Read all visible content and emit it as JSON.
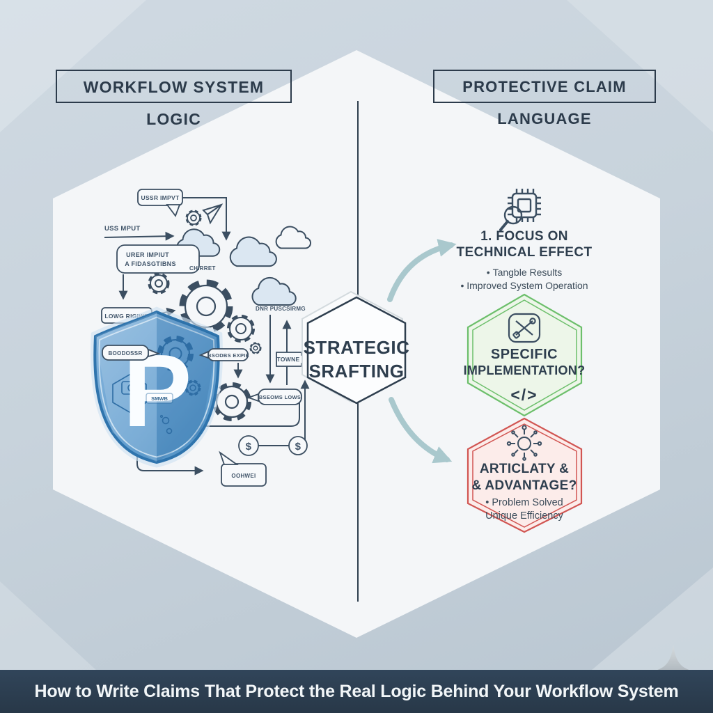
{
  "header": {
    "left": "WORKFLOW SYSTEM LOGIC",
    "right": "PROTECTIVE CLAIM LANGUAGE"
  },
  "center_hexagon": {
    "line1": "STRATEGIC",
    "line2": "SRAFTING"
  },
  "flowchart": {
    "bubble_user_input": "USSR IMPVT",
    "label_user_input_small": "USS MPUT",
    "box_user_input": {
      "line1": "URER IMPIUT",
      "line2": "A FIDASGTIBNS"
    },
    "label_chirret": "CHIRRET",
    "label_data_processing": "DNR PUSCSIRMG",
    "bubble_logic_engine": "LOWG RIGIWE",
    "bubble_on_shield": "BOODOSSR",
    "label_encodes": "BSODBS EXPIE",
    "tag_towne": "TOWNE",
    "bubble_bseoms": "BSEOMS LOWS",
    "bubble_comment": "OOHWEI",
    "shield_letter": "P",
    "shield_tag": "SMWB",
    "currency_symbol_1": "$",
    "currency_symbol_2": "$"
  },
  "right_panel": {
    "item1": {
      "title_line1": "1. FOCUS ON",
      "title_line2": "TECHNICAL EFFECT",
      "bullets": [
        "Tangble Results",
        "Improved System Operation"
      ]
    },
    "item2": {
      "title": "SPECIFIC",
      "subtitle": "IMPLEMENTATION?",
      "code": "</>"
    },
    "item3": {
      "title": "ARTICLATY &",
      "subtitle": "& ADVANTAGE?",
      "bullets": [
        "Problem Solved",
        "Unique Efficiency"
      ]
    }
  },
  "footer": {
    "title": "How to Write Claims That Protect the Real Logic Behind Your Workflow System"
  },
  "colors": {
    "ink": "#2e3e4e",
    "flow_line": "#3b4e61",
    "shield_blue": "#5593c6",
    "shield_border": "#2f74ad",
    "green_accent": "#6cbf6b",
    "red_accent": "#d15552",
    "teal_arrow": "#a9c8cd",
    "footer_bg": "#2d3e50",
    "panel_fill": "#f4f6f8"
  }
}
